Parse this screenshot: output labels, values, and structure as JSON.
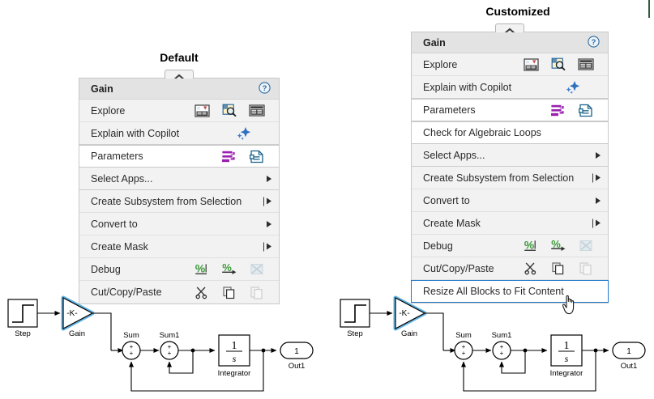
{
  "captions": {
    "default": "Default",
    "customized": "Customized"
  },
  "default_panel": {
    "header": {
      "title": "Gain",
      "help_icon": "help-circle-icon",
      "collapse_icon": "chevron-up-icon"
    },
    "rows": [
      {
        "label": "Explore",
        "icons": [
          "model-explorer-icon",
          "finder-icon",
          "property-inspector-icon"
        ],
        "style": "plain"
      },
      {
        "label": "Explain with Copilot",
        "icons": [
          "copilot-sparkle-icon"
        ],
        "style": "plain"
      },
      {
        "label": "Parameters",
        "icons": [
          "block-parameters-icon",
          "block-properties-icon"
        ],
        "style": "white"
      },
      {
        "label": "Select Apps...",
        "icons": [],
        "style": "plain",
        "marker": "arrow"
      },
      {
        "label": "Create Subsystem from Selection",
        "icons": [],
        "style": "plain",
        "marker": "bar-arrow"
      },
      {
        "label": "Convert to",
        "icons": [],
        "style": "plain",
        "marker": "arrow"
      },
      {
        "label": "Create Mask",
        "icons": [],
        "style": "plain",
        "marker": "bar-arrow"
      },
      {
        "label": "Debug",
        "icons": [
          "comment-out-icon",
          "comment-through-icon",
          "breakpoint-disabled-icon"
        ],
        "style": "plain"
      },
      {
        "label": "Cut/Copy/Paste",
        "icons": [
          "scissors-icon",
          "copy-icon",
          "paste-disabled-icon"
        ],
        "style": "plain"
      }
    ]
  },
  "customized_panel": {
    "header": {
      "title": "Gain",
      "help_icon": "help-circle-icon",
      "collapse_icon": "chevron-up-icon"
    },
    "rows": [
      {
        "label": "Explore",
        "icons": [
          "model-explorer-icon",
          "finder-icon",
          "property-inspector-icon"
        ],
        "style": "plain"
      },
      {
        "label": "Explain with Copilot",
        "icons": [
          "copilot-sparkle-icon"
        ],
        "style": "plain"
      },
      {
        "label": "Parameters",
        "icons": [
          "block-parameters-icon",
          "block-properties-icon"
        ],
        "style": "white"
      },
      {
        "label": "Check for Algebraic Loops",
        "icons": [],
        "style": "white"
      },
      {
        "label": "Select Apps...",
        "icons": [],
        "style": "plain",
        "marker": "arrow"
      },
      {
        "label": "Create Subsystem from Selection",
        "icons": [],
        "style": "plain",
        "marker": "bar-arrow"
      },
      {
        "label": "Convert to",
        "icons": [],
        "style": "plain",
        "marker": "arrow"
      },
      {
        "label": "Create Mask",
        "icons": [],
        "style": "plain",
        "marker": "bar-arrow"
      },
      {
        "label": "Debug",
        "icons": [
          "comment-out-icon",
          "comment-through-icon",
          "breakpoint-disabled-icon"
        ],
        "style": "plain"
      },
      {
        "label": "Cut/Copy/Paste",
        "icons": [
          "scissors-icon",
          "copy-icon",
          "paste-disabled-icon"
        ],
        "style": "plain"
      },
      {
        "label": "Resize All Blocks to Fit Content",
        "icons": [],
        "style": "highlight-blue",
        "cursor": "pointing-hand-cursor"
      }
    ]
  },
  "diagram": {
    "blocks": {
      "step": "Step",
      "gain": "Gain",
      "gain_value": "-K-",
      "sum": "Sum",
      "sum1": "Sum1",
      "integrator": "Integrator",
      "integrator_num": "1",
      "integrator_den": "s",
      "out": "Out1",
      "out_port": "1",
      "sum_sign_top": "+",
      "sum_sign_bottom": "+"
    }
  },
  "colors": {
    "panel_bg": "#f2f2f2",
    "panel_header_bg": "#e3e3e3",
    "panel_border": "#c8c8c8",
    "highlight_border": "#1f78c8",
    "gain_select": "#61b3e2",
    "copilot_blue": "#2b63b0",
    "parameters_purple": "#9b1fb0",
    "parameters_teal": "#17628a",
    "debug_green": "#3b9a3b",
    "green_edge": "#2f5b3a"
  }
}
